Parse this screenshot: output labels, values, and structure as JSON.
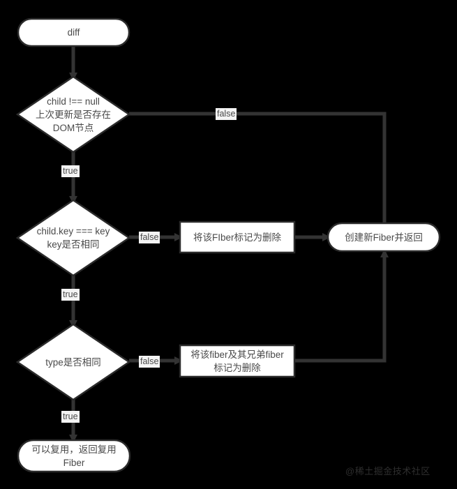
{
  "diagram": {
    "type": "flowchart",
    "title_node": "diff",
    "background_color": "#000000",
    "node_fill": "#ffffff",
    "node_stroke": "#2b2b2b",
    "edge_color": "#333333",
    "text_color": "#4a4a4a",
    "label_bg": "#f4f4f4",
    "nodes": [
      {
        "id": "start",
        "shape": "rounded",
        "label": "diff"
      },
      {
        "id": "check_child",
        "shape": "diamond",
        "label": "child !== null\n上次更新是否存在\nDOM节点"
      },
      {
        "id": "check_key",
        "shape": "diamond",
        "label": "child.key === key\nkey是否相同"
      },
      {
        "id": "check_type",
        "shape": "diamond",
        "label": "type是否相同"
      },
      {
        "id": "mark_delete",
        "shape": "rect",
        "label": "将该FIber标记为删除"
      },
      {
        "id": "create_fiber",
        "shape": "rounded",
        "label": "创建新Fiber并返回"
      },
      {
        "id": "mark_sibling",
        "shape": "rect",
        "label": "将该fiber及其兄弟fiber\n标记为删除"
      },
      {
        "id": "reuse",
        "shape": "rounded",
        "label": "可以复用，返回复用\nFiber"
      }
    ],
    "edges": [
      {
        "from": "start",
        "to": "check_child",
        "label": ""
      },
      {
        "from": "check_child",
        "to": "create_fiber",
        "label": "false"
      },
      {
        "from": "check_child",
        "to": "check_key",
        "label": "true"
      },
      {
        "from": "check_key",
        "to": "mark_delete",
        "label": "false"
      },
      {
        "from": "mark_delete",
        "to": "create_fiber",
        "label": ""
      },
      {
        "from": "check_key",
        "to": "check_type",
        "label": "true"
      },
      {
        "from": "check_type",
        "to": "mark_sibling",
        "label": "false"
      },
      {
        "from": "mark_sibling",
        "to": "create_fiber",
        "label": ""
      },
      {
        "from": "check_type",
        "to": "reuse",
        "label": "true"
      }
    ]
  },
  "watermark": {
    "text": "@稀土掘金技术社区"
  }
}
